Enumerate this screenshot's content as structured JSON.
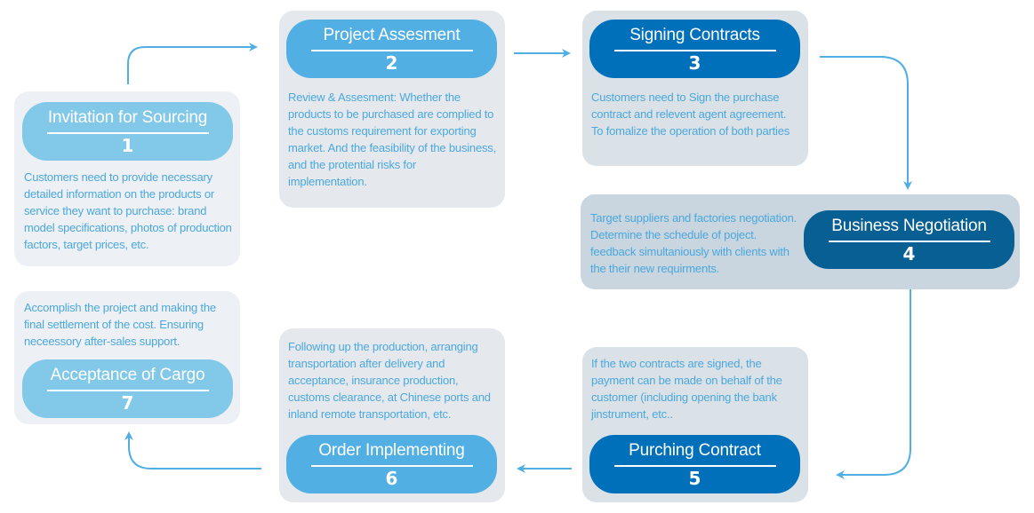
{
  "steps": [
    {
      "number": "1",
      "title": "Invitation for Sourcing",
      "description": "Customers need to provide necessary detailed information on the products or service they want to purchase: brand model specifications, photos of production factors, target prices, etc."
    },
    {
      "number": "2",
      "title": "Project Assesment",
      "description": "Review & Assesment: Whether the products to be purchased are complied to the customs requirement for exporting market. And the feasibility of the business, and the protential risks for implementation."
    },
    {
      "number": "3",
      "title": "Signing Contracts",
      "description": "Customers need to Sign the purchase contract and relevent agent agreement. To fomalize the operation of both parties"
    },
    {
      "number": "4",
      "title": "Business Negotiation",
      "description": "Target suppliers and factories negotiation. Determine the schedule of poject. feedback simultaniously with clients with the their new requirments."
    },
    {
      "number": "5",
      "title": "Purching Contract",
      "description": "If the two contracts are signed, the payment can be made on behalf of the customer (including opening the bank jinstrument, etc.."
    },
    {
      "number": "6",
      "title": "Order Implementing",
      "description": "Following up the production, arranging transportation after delivery and acceptance, insurance production, customs clearance, at Chinese ports and inland remote transportation, etc."
    },
    {
      "number": "7",
      "title": "Acceptance of Cargo",
      "description": "Accomplish the project and making the final settlement of the cost. Ensuring neceessory after-sales support."
    }
  ],
  "colors": {
    "light_blue": "#82c8e8",
    "mid_blue": "#52afe3",
    "dark_blue": "#0070bb",
    "navy_blue": "#075f94",
    "text_blue": "#4ba8dd",
    "arrow_blue": "#50aee3",
    "card_light": "#edf0f4",
    "card_mid": "#dfe4ea",
    "card_dark": "#c9d5df"
  }
}
